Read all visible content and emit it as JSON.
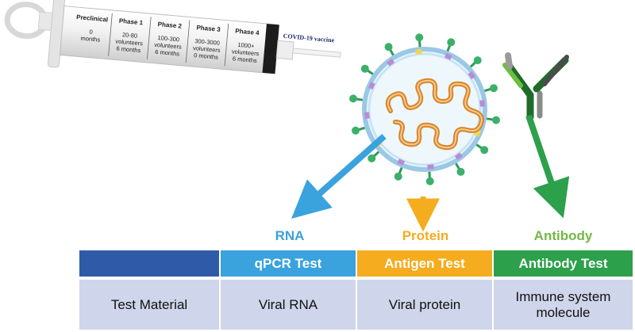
{
  "syringe": {
    "phases": [
      {
        "name": "Preclinical",
        "detail": [
          "0",
          "months"
        ]
      },
      {
        "name": "Phase 1",
        "detail": [
          "20-80",
          "volunteers",
          "6 months"
        ]
      },
      {
        "name": "Phase 2",
        "detail": [
          "100-300",
          "volunteers",
          "6 months"
        ]
      },
      {
        "name": "Phase 3",
        "detail": [
          "300-3000",
          "volunteers",
          "0 months"
        ]
      },
      {
        "name": "Phase 4",
        "detail": [
          "1000+",
          "volunteers",
          "6 months"
        ]
      }
    ],
    "label": "COVID-19 vaccine"
  },
  "categories": {
    "rna": "RNA",
    "protein": "Protein",
    "antibody": "Antibody"
  },
  "colors": {
    "rna": "#3aa2dc",
    "protein": "#f5ac1f",
    "antibody": "#73b845",
    "antibody_head": "#2ca04b",
    "dark_blue": "#2e5aa8",
    "row_bg": "#cfd5ea"
  },
  "table": {
    "headers": {
      "rna": "qPCR Test",
      "protein": "Antigen Test",
      "antibody": "Antibody Test"
    },
    "row": {
      "label": "Test Material",
      "rna": "Viral RNA",
      "protein": "Viral protein",
      "antibody": "Immune system molecule"
    }
  }
}
